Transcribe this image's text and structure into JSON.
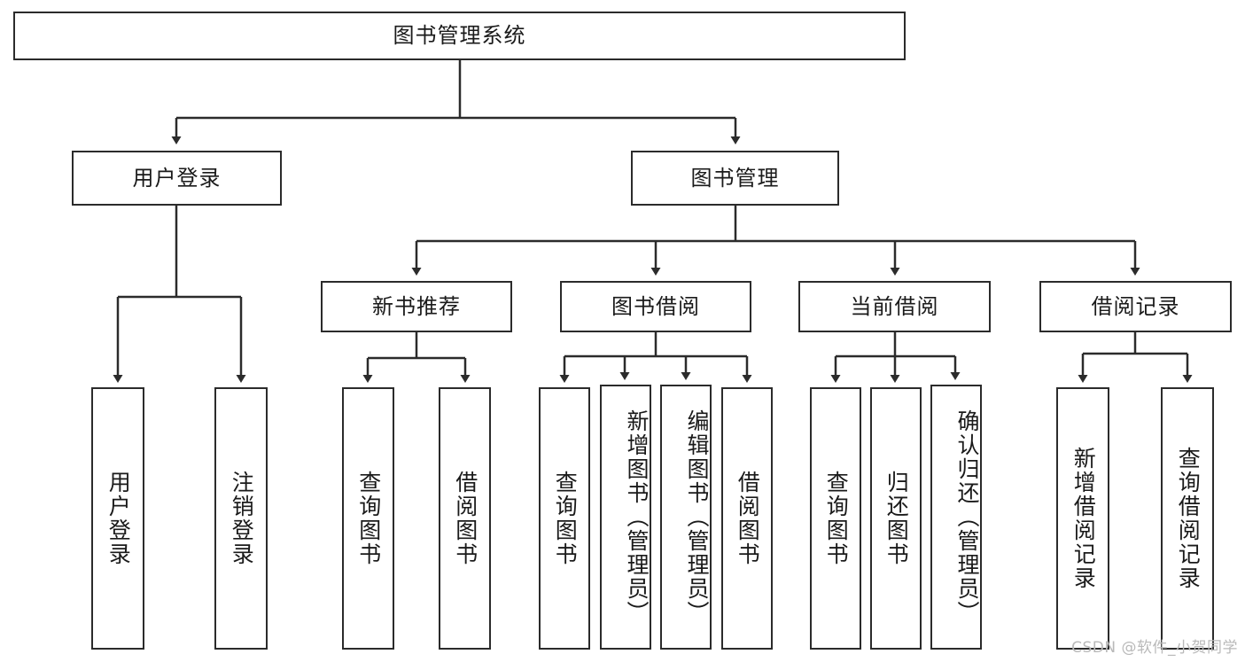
{
  "diagram": {
    "type": "tree",
    "title_node": {
      "id": "root",
      "label": "图书管理系统"
    },
    "level2": [
      {
        "id": "user-login",
        "label": "用户登录"
      },
      {
        "id": "book-manage",
        "label": "图书管理"
      }
    ],
    "level3": [
      {
        "id": "new-book-recommend",
        "label": "新书推荐"
      },
      {
        "id": "book-borrow",
        "label": "图书借阅"
      },
      {
        "id": "current-borrow",
        "label": "当前借阅"
      },
      {
        "id": "borrow-record",
        "label": "借阅记录"
      }
    ],
    "leaves": {
      "user_login": [
        {
          "id": "leaf-user-login",
          "label": "用户登录"
        },
        {
          "id": "leaf-logout-login",
          "label": "注销登录"
        }
      ],
      "new_book_recommend": [
        {
          "id": "leaf-query-book-1",
          "label": "查询图书"
        },
        {
          "id": "leaf-borrow-book-1",
          "label": "借阅图书"
        }
      ],
      "book_borrow": [
        {
          "id": "leaf-query-book-2",
          "label": "查询图书"
        },
        {
          "id": "leaf-add-book",
          "label": "新增图书（管理员）"
        },
        {
          "id": "leaf-edit-book",
          "label": "编辑图书（管理员）"
        },
        {
          "id": "leaf-borrow-book-2",
          "label": "借阅图书"
        }
      ],
      "current_borrow": [
        {
          "id": "leaf-query-book-3",
          "label": "查询图书"
        },
        {
          "id": "leaf-return-book",
          "label": "归还图书"
        },
        {
          "id": "leaf-confirm-return",
          "label": "确认归还（管理员）"
        }
      ],
      "borrow_record": [
        {
          "id": "leaf-add-borrow-record",
          "label": "新增借阅记录"
        },
        {
          "id": "leaf-query-borrow-record",
          "label": "查询借阅记录"
        }
      ]
    }
  },
  "watermark": {
    "text": "CSDN @软件_小贺同学"
  },
  "colors": {
    "stroke": "#2b2b2b",
    "fill": "#ffffff",
    "text": "#1a1a1a",
    "watermark": "#b9b9b9"
  }
}
